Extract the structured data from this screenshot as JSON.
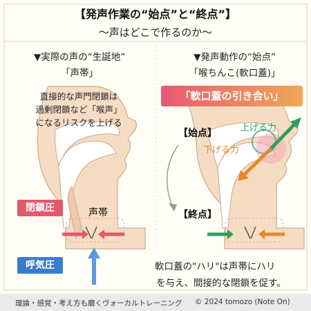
{
  "title": "【発声作業の“始点”と“終点”】",
  "subtitle": "〜声はどこで作るのか〜",
  "left": {
    "heading": "▼実際の声の“生誕地”",
    "subheading": "「声帯」",
    "note_lines": [
      "直接的な声門閉鎖は",
      "過剰閉鎖など「喉声」",
      "になるリスクを上げる"
    ],
    "vocal_fold_label": "声帯",
    "tag_closure": "閉鎖圧",
    "tag_exhale": "呼気圧"
  },
  "right": {
    "heading": "▼発声動作の“始点”",
    "subheading": "「喉ちんこ(軟口蓋)」",
    "banner": "「軟口蓋の引き合い」",
    "start_label": "【始点】",
    "end_label": "【終点】",
    "up_force": "上げる力",
    "down_force": "下げる力"
  },
  "bottom_note": [
    "軟口蓋の\"ハリ\"は声帯にハリ",
    "を与え、間接的な閉鎖を促す。"
  ],
  "footer": {
    "left": "理論・感覚・考え方も磨くヴォーカルトレーニング",
    "right": "© 2024 tomozo (Note On)"
  },
  "colors": {
    "closure": "#e05a6a",
    "exhale": "#3a7bd0",
    "up": "#2e9e5a",
    "down": "#e28a2a",
    "head": "#f7dcc4"
  }
}
